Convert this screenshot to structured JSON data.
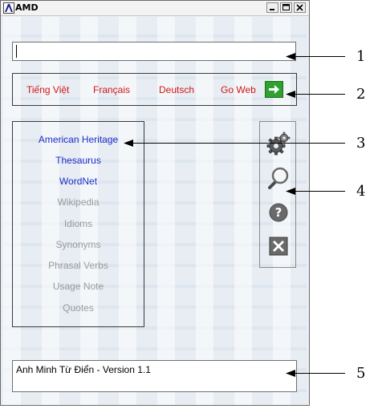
{
  "window": {
    "title": "AMD"
  },
  "search": {
    "value": ""
  },
  "languages": [
    {
      "label": "Tiếng Việt"
    },
    {
      "label": "Français"
    },
    {
      "label": "Deutsch"
    },
    {
      "label": "Go Web"
    }
  ],
  "dictionaries": [
    {
      "label": "American Heritage",
      "state": "active"
    },
    {
      "label": "Thesaurus",
      "state": "active"
    },
    {
      "label": "WordNet",
      "state": "active"
    },
    {
      "label": "Wikipedia",
      "state": "disabled"
    },
    {
      "label": "Idioms",
      "state": "disabled"
    },
    {
      "label": "Synonyms",
      "state": "disabled"
    },
    {
      "label": "Phrasal Verbs",
      "state": "disabled"
    },
    {
      "label": "Usage Note",
      "state": "disabled"
    },
    {
      "label": "Quotes",
      "state": "disabled"
    }
  ],
  "tools": [
    {
      "icon": "settings-gears-icon"
    },
    {
      "icon": "magnifier-icon"
    },
    {
      "icon": "help-icon"
    },
    {
      "icon": "close-icon"
    }
  ],
  "status": {
    "text": "Anh Minh Từ Điển - Version 1.1"
  },
  "callouts": [
    "1",
    "2",
    "3",
    "4",
    "5"
  ],
  "colors": {
    "active_link": "#1e2fc8",
    "disabled_link": "#9a9a9a",
    "lang_link": "#d41616",
    "go_button": "#2fa12f"
  }
}
